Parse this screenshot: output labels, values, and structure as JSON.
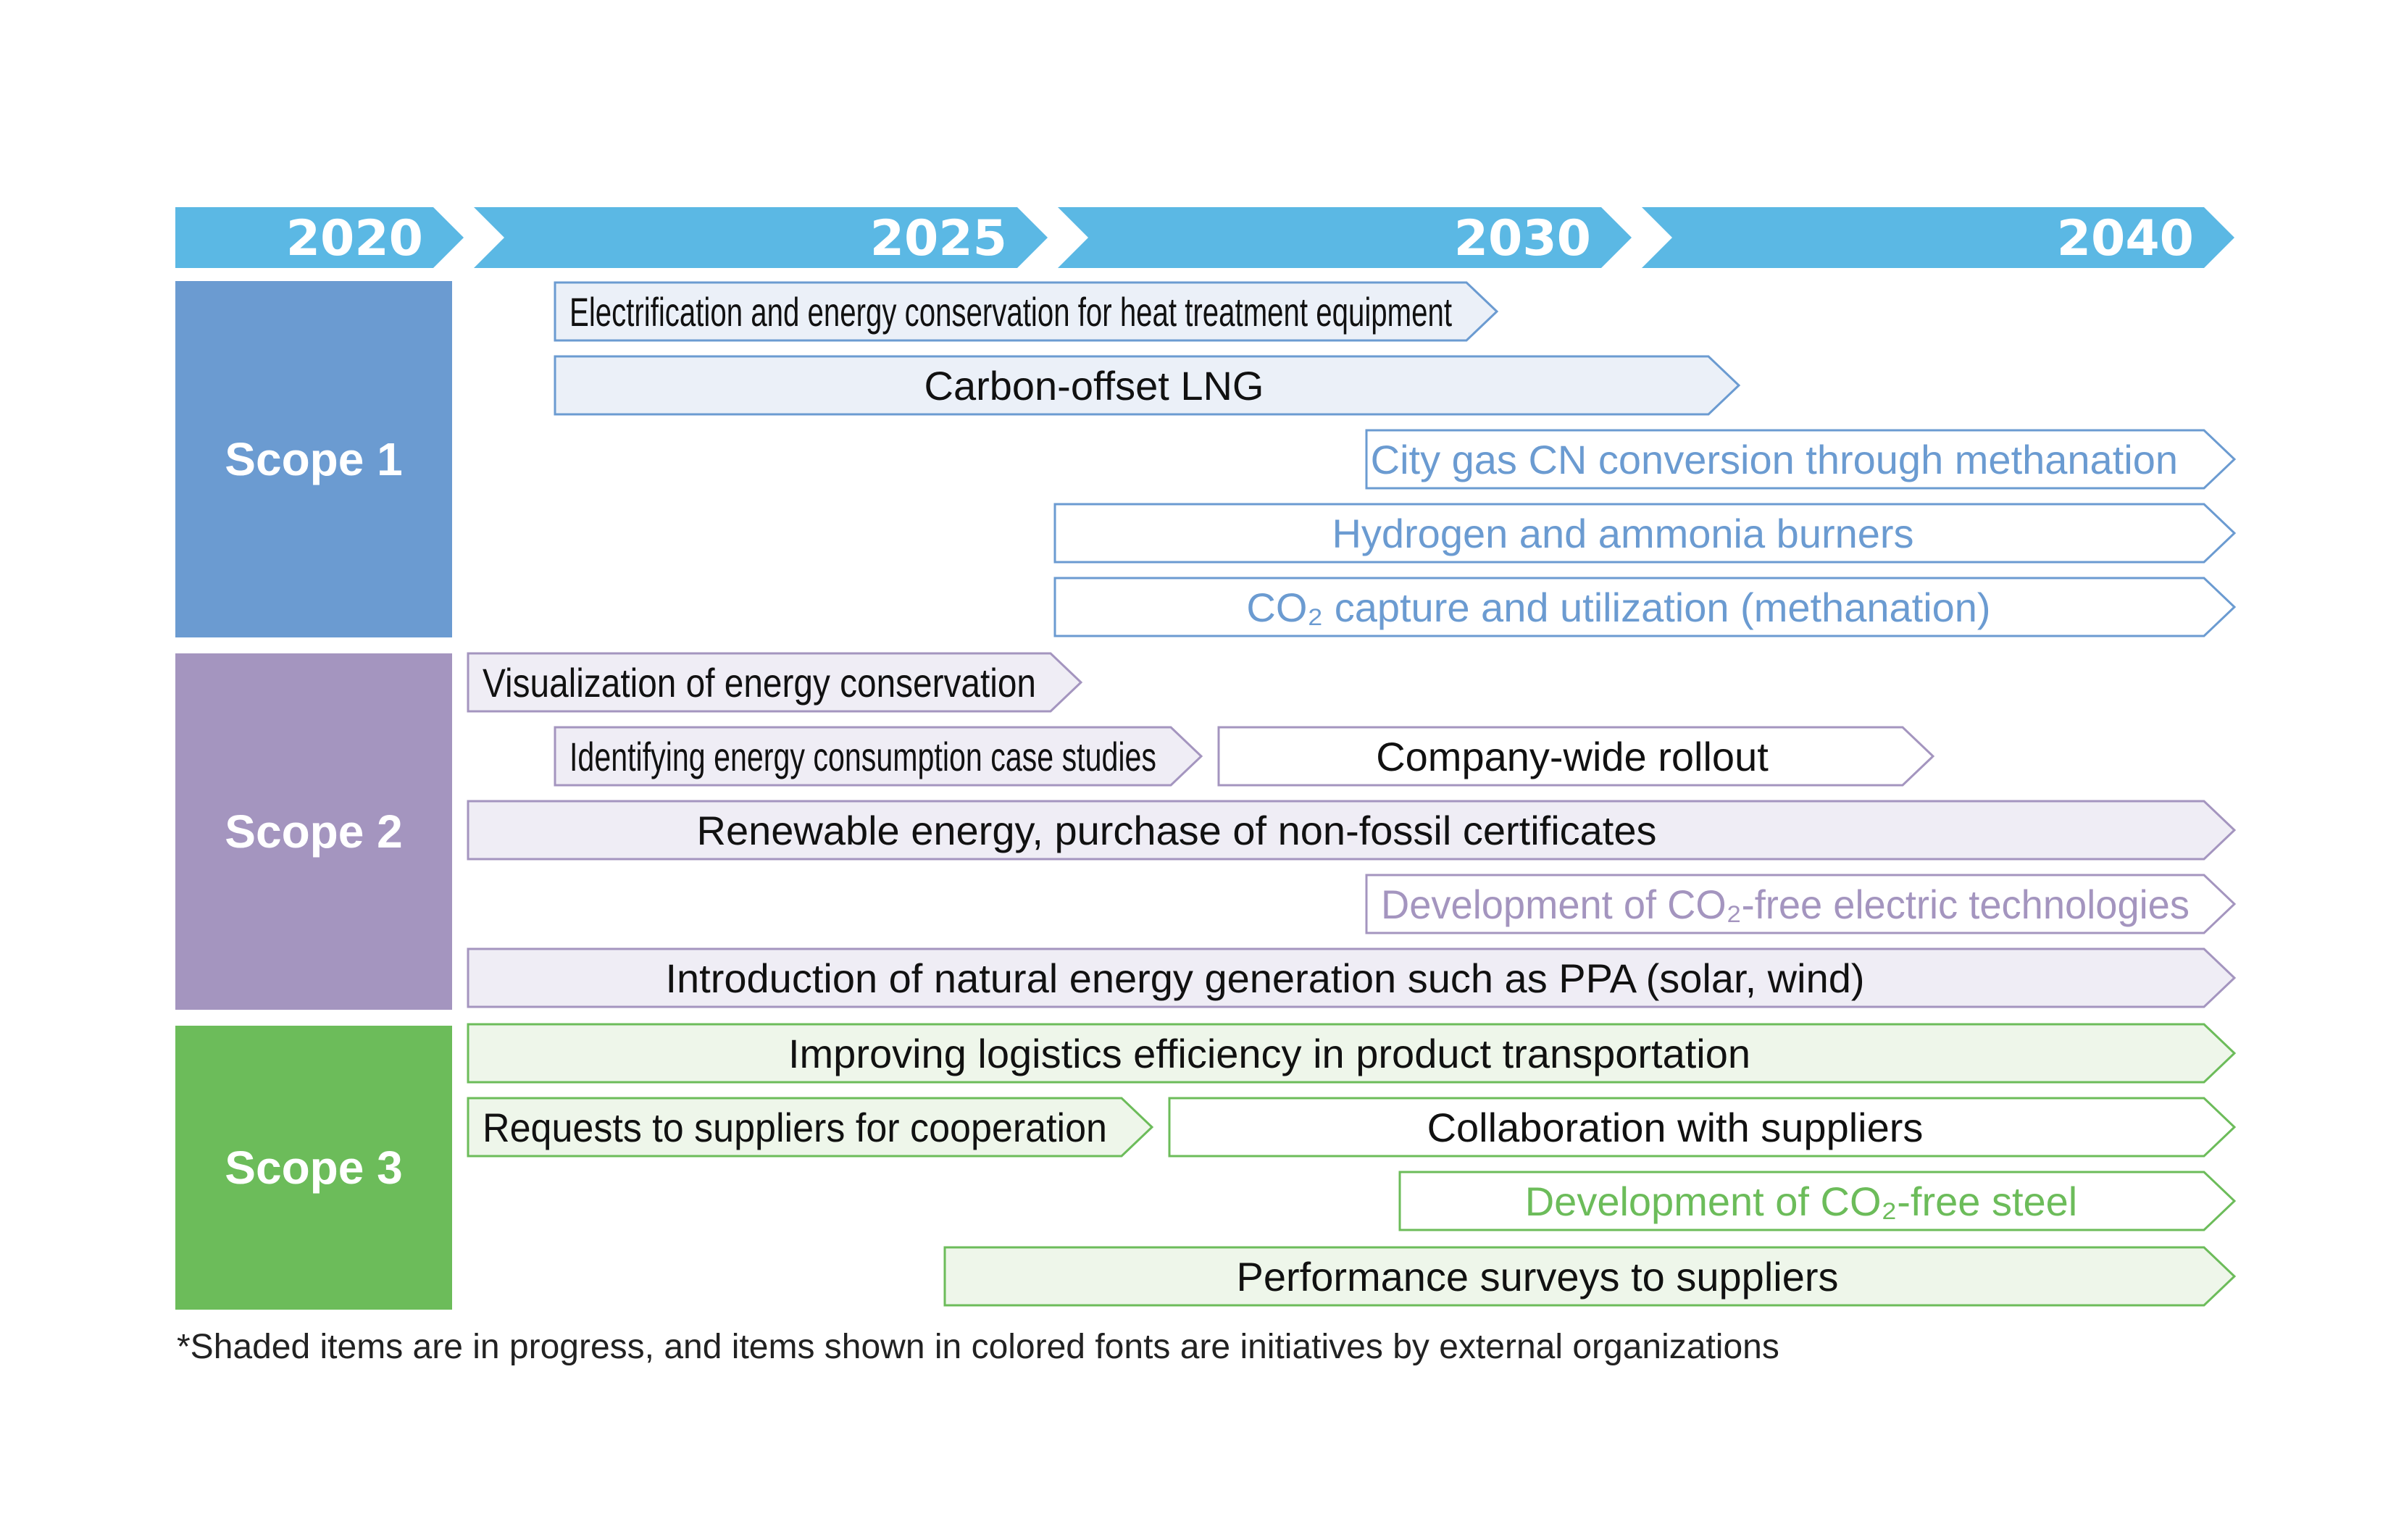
{
  "timeline": {
    "years": [
      "2020",
      "2025",
      "2030",
      "2040"
    ],
    "color": "#5bb8e4"
  },
  "scopes": [
    {
      "label": "Scope 1",
      "color": "#6b9bd1"
    },
    {
      "label": "Scope 2",
      "color": "#a495bf"
    },
    {
      "label": "Scope 3",
      "color": "#6cbc5a"
    }
  ],
  "initiatives": [
    {
      "scope": 1,
      "text": "Electrification and energy conservation for heat treatment equipment",
      "shaded": true,
      "external": false,
      "condensed": true
    },
    {
      "scope": 1,
      "text": "Carbon-offset LNG",
      "shaded": true,
      "external": false
    },
    {
      "scope": 1,
      "text": "City gas CN conversion through methanation",
      "shaded": false,
      "external": true,
      "condensed": true
    },
    {
      "scope": 1,
      "text": "Hydrogen and ammonia burners",
      "shaded": false,
      "external": true
    },
    {
      "scope": 1,
      "text": "CO₂ capture and utilization (methanation)",
      "shaded": false,
      "external": true
    },
    {
      "scope": 2,
      "text": "Visualization of energy conservation",
      "shaded": true,
      "external": false,
      "condensed": true
    },
    {
      "scope": 2,
      "text": "Identifying energy consumption case studies",
      "shaded": true,
      "external": false,
      "condensed": true
    },
    {
      "scope": 2,
      "text": "Company-wide rollout",
      "shaded": false,
      "external": false
    },
    {
      "scope": 2,
      "text": "Renewable energy, purchase of non-fossil certificates",
      "shaded": true,
      "external": false
    },
    {
      "scope": 2,
      "text": "Development of CO₂-free electric technologies",
      "shaded": false,
      "external": true,
      "condensed": true
    },
    {
      "scope": 2,
      "text": "Introduction of natural energy generation such as PPA (solar, wind)",
      "shaded": true,
      "external": false
    },
    {
      "scope": 3,
      "text": "Improving logistics efficiency in product transportation",
      "shaded": true,
      "external": false
    },
    {
      "scope": 3,
      "text": "Requests to suppliers for cooperation",
      "shaded": true,
      "external": false,
      "condensed": true
    },
    {
      "scope": 3,
      "text": "Collaboration with suppliers",
      "shaded": false,
      "external": false
    },
    {
      "scope": 3,
      "text": "Development of CO₂-free steel",
      "shaded": false,
      "external": true
    },
    {
      "scope": 3,
      "text": "Performance surveys to suppliers",
      "shaded": true,
      "external": false
    }
  ],
  "palette": {
    "scope1_border": "#6b9bd1",
    "scope1_fill": "#ebf0f8",
    "scope1_text": "#6b9bd1",
    "scope2_border": "#a495bf",
    "scope2_fill": "#efedf5",
    "scope2_text": "#a495bf",
    "scope3_border": "#6cbc5a",
    "scope3_fill": "#eef6ea",
    "scope3_text": "#6cbc5a",
    "default_text": "#111111"
  },
  "footnote": "*Shaded items are in progress, and items shown in colored fonts are initiatives by external organizations"
}
